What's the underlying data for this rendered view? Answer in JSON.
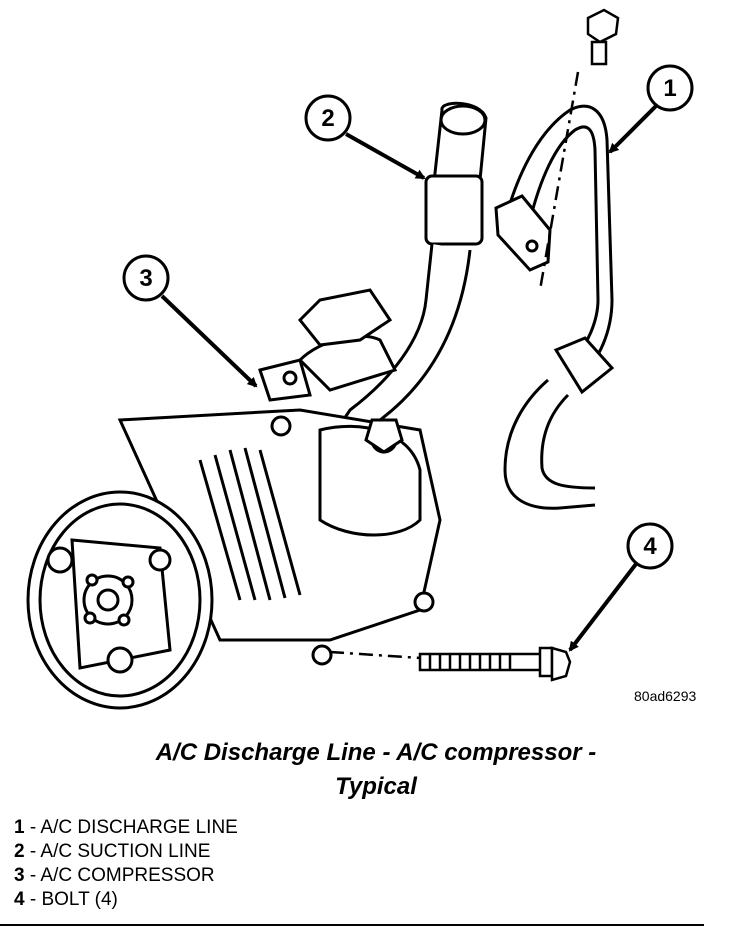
{
  "figure_code": "80ad6293",
  "callouts": [
    {
      "number": "1"
    },
    {
      "number": "2"
    },
    {
      "number": "3"
    },
    {
      "number": "4"
    }
  ],
  "caption": {
    "line1": "A/C Discharge Line - A/C compressor -",
    "line2": "Typical"
  },
  "legend": [
    {
      "number": "1",
      "separator": " - ",
      "label": "A/C DISCHARGE LINE"
    },
    {
      "number": "2",
      "separator": " - ",
      "label": "A/C SUCTION LINE"
    },
    {
      "number": "3",
      "separator": " - ",
      "label": "A/C COMPRESSOR"
    },
    {
      "number": "4",
      "separator": " - ",
      "label": "BOLT (4)"
    }
  ]
}
